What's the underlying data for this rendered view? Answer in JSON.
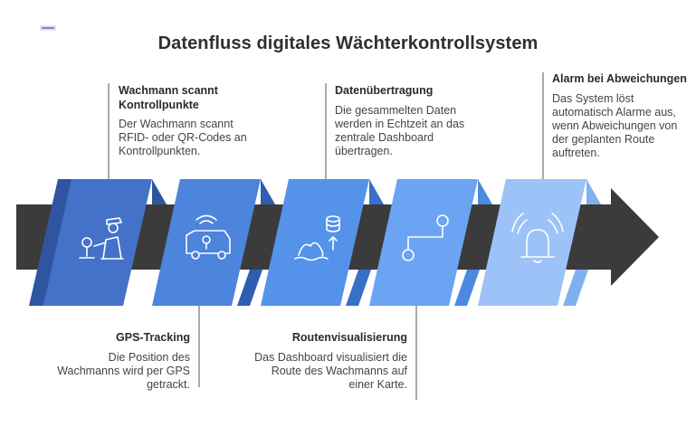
{
  "title": "Datenfluss digitales Wächterkontrollsystem",
  "logo": {
    "icon": "napkin-logo-icon"
  },
  "colors": {
    "arrow": "#3a3a3a",
    "step1": "#4472c8",
    "step2": "#4d84dc",
    "step3": "#5592ea",
    "step4": "#6ba4f2",
    "step5": "#9cc2f8"
  },
  "steps": [
    {
      "title": "Wachmann scannt Kontrollpunkte",
      "text": "Der Wachmann scannt RFID- oder QR-Codes an Kontrollpunkten.",
      "icon": "guard-scanning-icon",
      "position": "top"
    },
    {
      "title": "GPS-Tracking",
      "text": "Die Position des Wachmanns wird per GPS getrackt.",
      "icon": "gps-vehicle-icon",
      "position": "bottom"
    },
    {
      "title": "Datenübertragung",
      "text": "Die gesammelten Daten werden in Echtzeit an das zentrale Dashboard übertragen.",
      "icon": "data-upload-icon",
      "position": "top"
    },
    {
      "title": "Routenvisualisierung",
      "text": "Das Dashboard visualisiert die Route des Wachmanns auf einer Karte.",
      "icon": "route-icon",
      "position": "bottom"
    },
    {
      "title": "Alarm bei Abweichungen",
      "text": "Das System löst automatisch Alarme aus, wenn Abweichungen von der geplanten Route auftreten.",
      "icon": "alarm-bell-icon",
      "position": "top"
    }
  ]
}
